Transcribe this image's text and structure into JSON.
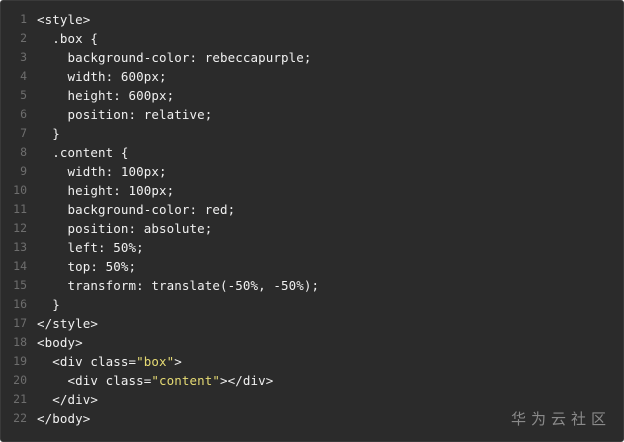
{
  "watermark": "华为云社区",
  "lines": [
    {
      "num": "1",
      "parts": [
        {
          "text": "<style>"
        }
      ]
    },
    {
      "num": "2",
      "parts": [
        {
          "text": "  .box {"
        }
      ]
    },
    {
      "num": "3",
      "parts": [
        {
          "text": "    background-color: rebeccapurple;"
        }
      ]
    },
    {
      "num": "4",
      "parts": [
        {
          "text": "    width: 600px;"
        }
      ]
    },
    {
      "num": "5",
      "parts": [
        {
          "text": "    height: 600px;"
        }
      ]
    },
    {
      "num": "6",
      "parts": [
        {
          "text": "    position: relative;"
        }
      ]
    },
    {
      "num": "7",
      "parts": [
        {
          "text": "  }"
        }
      ]
    },
    {
      "num": "8",
      "parts": [
        {
          "text": "  .content {"
        }
      ]
    },
    {
      "num": "9",
      "parts": [
        {
          "text": "    width: 100px;"
        }
      ]
    },
    {
      "num": "10",
      "parts": [
        {
          "text": "    height: 100px;"
        }
      ]
    },
    {
      "num": "11",
      "parts": [
        {
          "text": "    background-color: red;"
        }
      ]
    },
    {
      "num": "12",
      "parts": [
        {
          "text": "    position: absolute;"
        }
      ]
    },
    {
      "num": "13",
      "parts": [
        {
          "text": "    left: 50%;"
        }
      ]
    },
    {
      "num": "14",
      "parts": [
        {
          "text": "    top: 50%;"
        }
      ]
    },
    {
      "num": "15",
      "parts": [
        {
          "text": "    transform: translate(-50%, -50%);"
        }
      ]
    },
    {
      "num": "16",
      "parts": [
        {
          "text": "  }"
        }
      ]
    },
    {
      "num": "17",
      "parts": [
        {
          "text": "</style>"
        }
      ]
    },
    {
      "num": "18",
      "parts": [
        {
          "text": "<body>"
        }
      ]
    },
    {
      "num": "19",
      "parts": [
        {
          "text": "  <div class="
        },
        {
          "text": "\"box\"",
          "cls": "str"
        },
        {
          "text": ">"
        }
      ]
    },
    {
      "num": "20",
      "parts": [
        {
          "text": "    <div class="
        },
        {
          "text": "\"content\"",
          "cls": "str"
        },
        {
          "text": "></div>"
        }
      ]
    },
    {
      "num": "21",
      "parts": [
        {
          "text": "  </div>"
        }
      ]
    },
    {
      "num": "22",
      "parts": [
        {
          "text": "</body>"
        }
      ]
    }
  ]
}
